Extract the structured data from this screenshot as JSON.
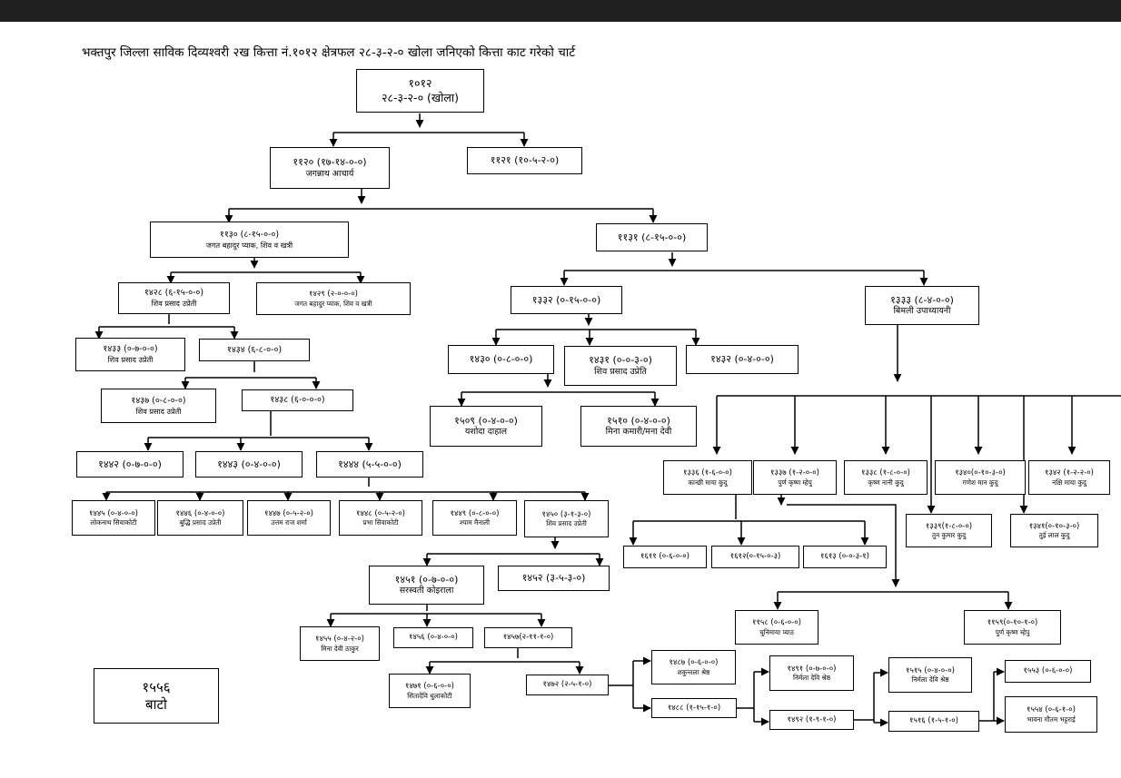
{
  "title": "भक्तपुर जिल्ला साविक दिव्यश्वरी २ख कित्ता नं.१०१२ क्षेत्रफल २८-३-२-० खोला जनिएको कित्ता काट गरेको चार्ट",
  "nodes": {
    "n1012": {
      "label": "१०१२",
      "sub": "२८-३-२-० (खोला)"
    },
    "n1120": {
      "label": "११२० (१७-१४-०-०)",
      "sub": "जगन्नाथ आचार्य"
    },
    "n1121": {
      "label": "११२१ (१०-५-२-०)",
      "sub": ""
    },
    "n1130": {
      "label": "११३० (८-१५-०-०)",
      "sub": "जगत बहादुर प्याक, शिव व खत्री"
    },
    "n1131": {
      "label": "११३१ (८-१५-०-०)",
      "sub": ""
    },
    "n1428": {
      "label": "१४२८ (६-१५-०-०)",
      "sub": "शिव प्रसाद उप्रेती"
    },
    "n1429": {
      "label": "१४२९ (२-०-०-०)",
      "sub": "जगत बहादुर प्याक, शिव व खत्री"
    },
    "n1332": {
      "label": "१३३२ (०-१५-०-०)",
      "sub": ""
    },
    "n1333": {
      "label": "१३३३ (८-४-०-०)",
      "sub": "बिमली उपाध्यायनी"
    },
    "n1433": {
      "label": "१४३३ (०-७-०-०)",
      "sub": "शिव प्रसाद उप्रेती"
    },
    "n1434": {
      "label": "१४३४ (६-८-०-०)",
      "sub": ""
    },
    "n1430": {
      "label": "१४३० (०-८-०-०)",
      "sub": ""
    },
    "n1431": {
      "label": "१४३१ (०-०-३-०)",
      "sub": "शिव प्रसाद उप्रेति"
    },
    "n1432": {
      "label": "१४३२ (०-४-०-०)",
      "sub": ""
    },
    "n1437": {
      "label": "१४३७ (०-८-०-०)",
      "sub": "शिव प्रसाद उप्रेती"
    },
    "n1438": {
      "label": "१४३८ (६-०-०-०)",
      "sub": ""
    },
    "n1509": {
      "label": "१५०९ (०-४-०-०)",
      "sub": "यशोदा दाहाल"
    },
    "n1510": {
      "label": "१५१० (०-४-०-०)",
      "sub": "मिना कमारी/मना देवी"
    },
    "n1442": {
      "label": "१४४२ (०-७-०-०)",
      "sub": ""
    },
    "n1443": {
      "label": "१४४३ (०-४-०-०)",
      "sub": ""
    },
    "n1444": {
      "label": "१४४४ (५-५-०-०)",
      "sub": ""
    },
    "n1445": {
      "label": "१४४५ (०-४-०-०)",
      "sub": "लोकनाथ सिवाकोटी"
    },
    "n1446": {
      "label": "१४४६ (०-४-०-०)",
      "sub": "बुद्धि प्रसाद उप्रेती"
    },
    "n1447": {
      "label": "१४४७ (०-५-२-०)",
      "sub": "उत्तम राज शर्मा"
    },
    "n1448": {
      "label": "१४४८ (०-५-२-०)",
      "sub": "प्रभा सिवाकोटी"
    },
    "n1449": {
      "label": "१४४९ (०-८-०-०)",
      "sub": "श्याम मैनाली"
    },
    "n1450": {
      "label": "१४५० (३-१-३-०)",
      "sub": "शिव प्रसाद उप्रेती"
    },
    "n1336": {
      "label": "१३३६ (१-६-०-०)",
      "sub": "कान्छी माया कुदु"
    },
    "n1337": {
      "label": "१३३७ (१-२-०-०)",
      "sub": "पुर्ण कृष्ण म्हेपु"
    },
    "n1338": {
      "label": "१३३८ (१-८-०-०)",
      "sub": "कृष्ण नानी कुदु"
    },
    "n1340": {
      "label": "१३४०(०-१०-३-०)",
      "sub": "गणेश मान कुदु"
    },
    "n1342": {
      "label": "१३४२ (१-२-२-०)",
      "sub": "नक्षि माया कुदु"
    },
    "n1339": {
      "label": "१३३९(१-८-०-०)",
      "sub": "तुन कुमार कुदु"
    },
    "n1341": {
      "label": "१३४१(०-१०-३-०)",
      "sub": "तुई लाल कुदु"
    },
    "n1611": {
      "label": "१६११ (०-६-०-०)",
      "sub": ""
    },
    "n1612": {
      "label": "१६१२(०-१५-०-३)",
      "sub": ""
    },
    "n1613": {
      "label": "१६१३ (०-०-३-१)",
      "sub": ""
    },
    "n1451": {
      "label": "१४५१ (०-७-०-०)",
      "sub": "सरस्वती कोइराला"
    },
    "n1452": {
      "label": "१४५२ (३-५-३-०)",
      "sub": ""
    },
    "n1158": {
      "label": "११५८ (०-६-०-०)",
      "sub": "चुनिमाया प्याठ"
    },
    "n1159": {
      "label": "११५९(०-१०-१-०)",
      "sub": "पुर्ण कृष्ण म्हेपु"
    },
    "n1455": {
      "label": "१४५५ (०-४-२-०)",
      "sub": "मिना देवी ठाकुर"
    },
    "n1456": {
      "label": "१४५६ (०-४-०-०)",
      "sub": ""
    },
    "n1457": {
      "label": "१४५७(२-११-१-०)",
      "sub": ""
    },
    "n1556": {
      "label": "१५५६",
      "sub": "बाटो"
    },
    "n1487": {
      "label": "१४८७ (०-६-०-०)",
      "sub": "शकुन्तला श्रेष्ठ"
    },
    "n1491": {
      "label": "१४९१ (०-७-०-०)",
      "sub": "निर्मला देवि श्रेष्ठ"
    },
    "n1515": {
      "label": "१५१५ (०-४-०-०)",
      "sub": "निर्मला देवि श्रेष्ठ"
    },
    "n1553": {
      "label": "१५५३ (०-६-०-०)",
      "sub": ""
    },
    "n1471": {
      "label": "१४७१ (०-६-०-०)",
      "sub": "सितादेवि धुलाकोटी"
    },
    "n1472": {
      "label": "१४७२ (२-५-१-०)",
      "sub": ""
    },
    "n1488": {
      "label": "१४८८ (१-१५-१-०)",
      "sub": ""
    },
    "n1492": {
      "label": "१४९२ (१-९-१-०)",
      "sub": ""
    },
    "n1516": {
      "label": "१५१६ (१-५-१-०)",
      "sub": ""
    },
    "n1554": {
      "label": "१५५४ (०-६-१-०)",
      "sub": "भावना गौतम भट्टराई"
    }
  }
}
